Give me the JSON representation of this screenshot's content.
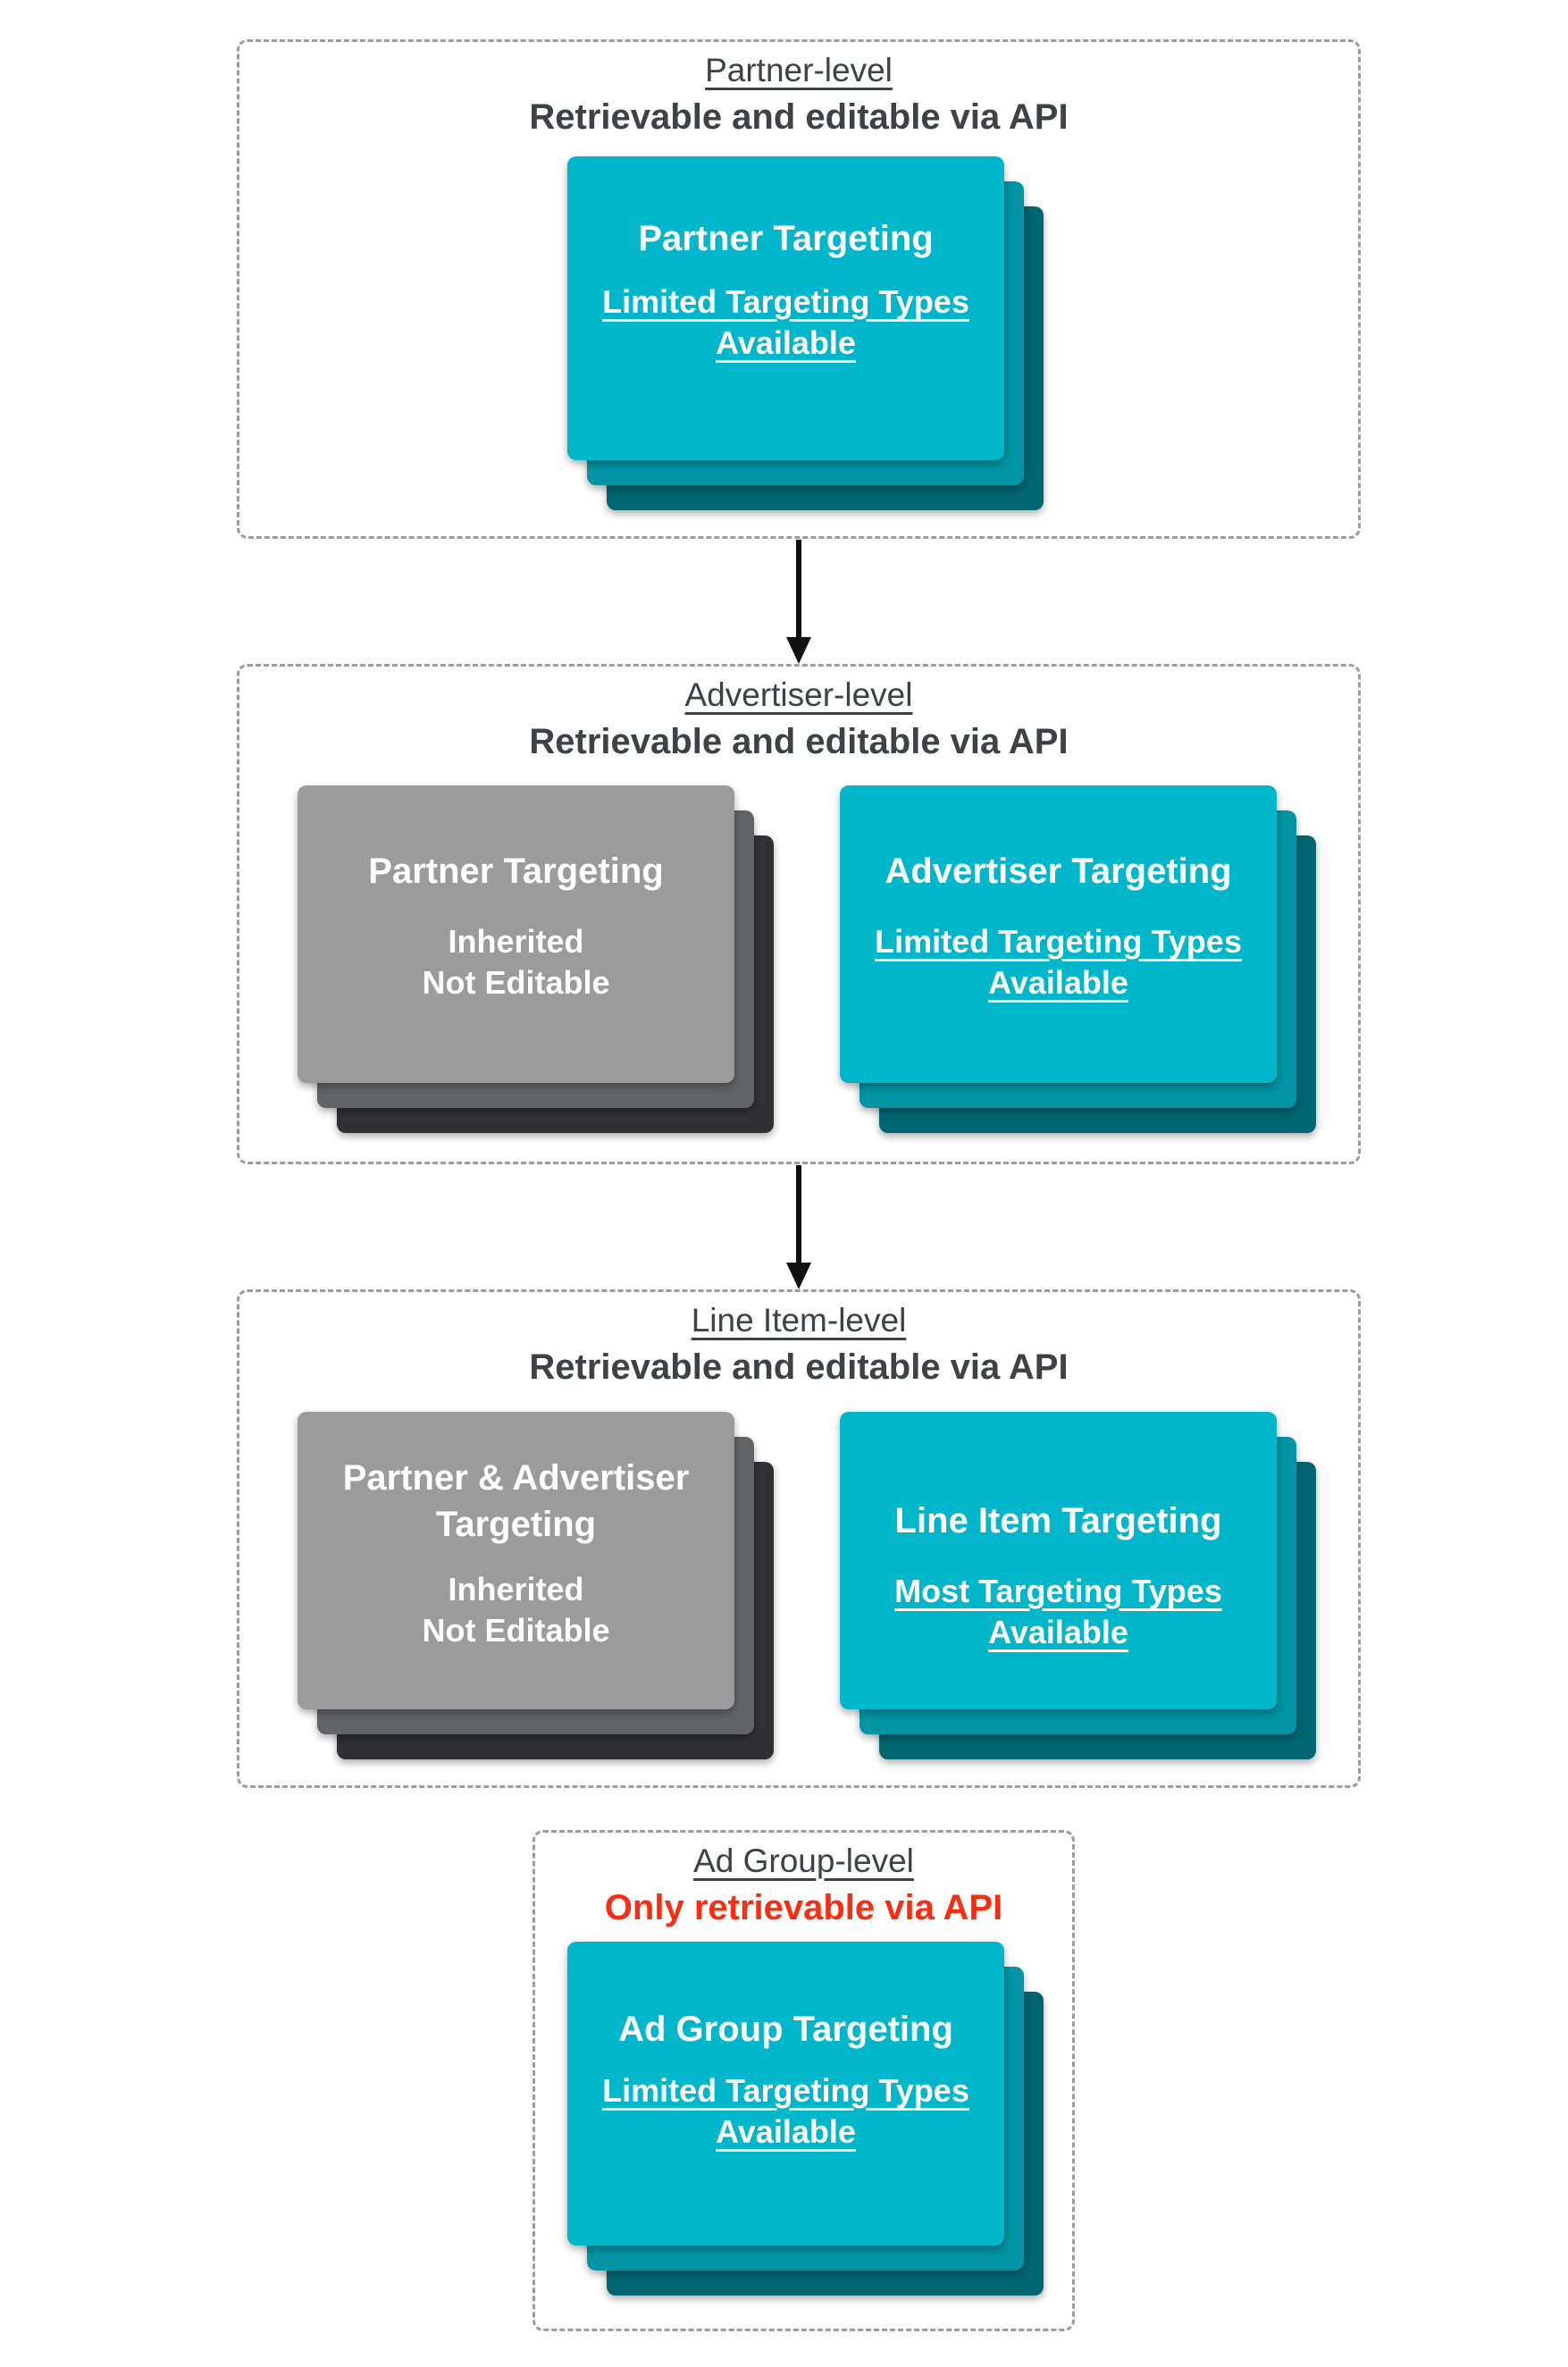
{
  "colors": {
    "teal_front": "#00b6cb",
    "teal_mid": "#0094a4",
    "teal_back": "#006671",
    "gray_front": "#9b9b9b",
    "gray_mid": "#626366",
    "gray_back": "#313134",
    "heading": "#3e4145",
    "red_accent": "#fb2c10",
    "dash": "#9c9c9c",
    "arrow": "#111111"
  },
  "sections": [
    {
      "title": "Partner-level",
      "subtitle": "Retrievable and editable via API",
      "cards": [
        {
          "style": "teal",
          "title": "Partner Targeting",
          "lines": [
            "Limited Targeting Types",
            "Available"
          ],
          "lines_underlined": true
        }
      ]
    },
    {
      "title": "Advertiser-level",
      "subtitle": "Retrievable and editable via API",
      "cards": [
        {
          "style": "gray",
          "title": "Partner Targeting",
          "lines": [
            "Inherited",
            "Not Editable"
          ],
          "lines_underlined": false
        },
        {
          "style": "teal",
          "title": "Advertiser Targeting",
          "lines": [
            "Limited Targeting Types",
            "Available"
          ],
          "lines_underlined": true
        }
      ]
    },
    {
      "title": "Line Item-level",
      "subtitle": "Retrievable and editable via API",
      "cards": [
        {
          "style": "gray",
          "title": "Partner & Advertiser Targeting",
          "lines": [
            "Inherited",
            "Not Editable"
          ],
          "lines_underlined": false
        },
        {
          "style": "teal",
          "title": "Line Item Targeting",
          "lines": [
            "Most Targeting Types",
            "Available"
          ],
          "lines_underlined": true
        }
      ]
    },
    {
      "title": "Ad Group-level",
      "subtitle": "Only retrievable via API",
      "subtitle_emphasis": "red",
      "cards": [
        {
          "style": "teal",
          "title": "Ad Group Targeting",
          "lines": [
            "Limited Targeting Types",
            "Available"
          ],
          "lines_underlined": true
        }
      ]
    }
  ],
  "connectors": [
    {
      "from": "Partner-level",
      "to": "Advertiser-level"
    },
    {
      "from": "Advertiser-level",
      "to": "Line Item-level"
    }
  ]
}
